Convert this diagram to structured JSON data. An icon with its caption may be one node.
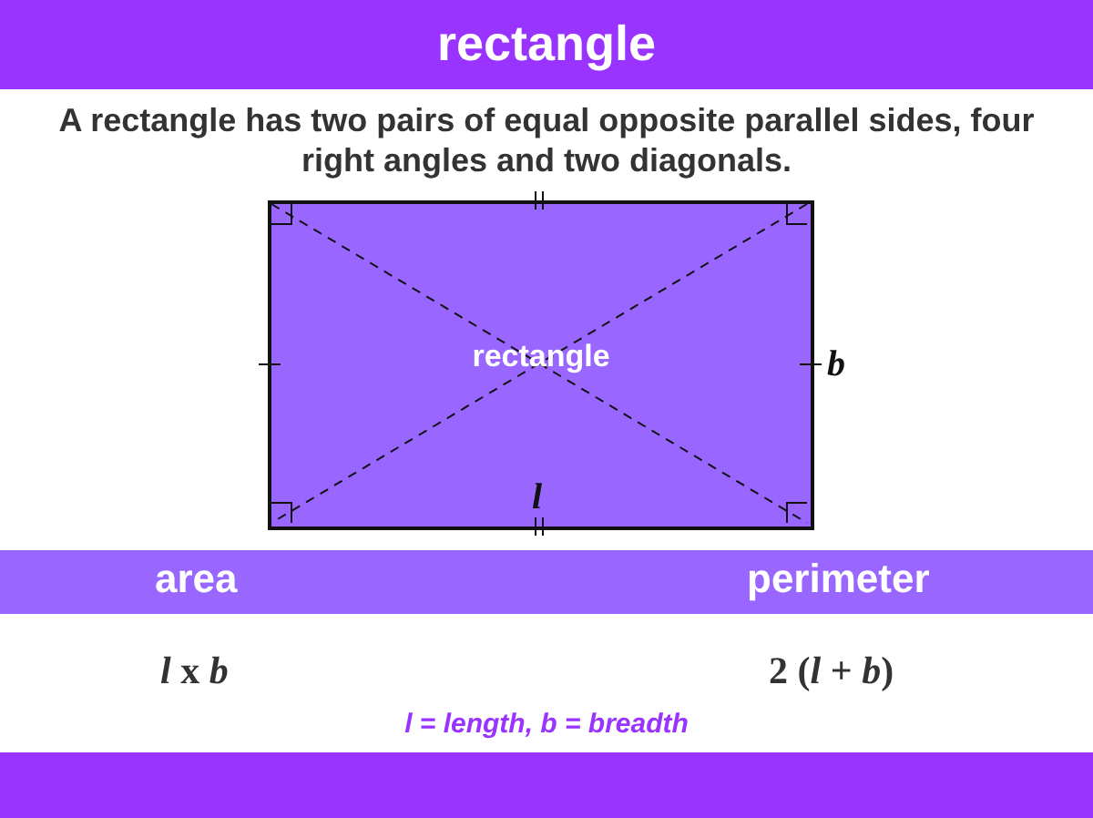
{
  "diagram": {
    "title": "rectangle",
    "nodes": [
      {
        "text": [
          "rectangle"
        ]
      }
    ],
    "labels": [
      "A rectangle has two pairs of equal opposite parallel sides, four right angles and two diagonals.",
      "b",
      "l",
      "area",
      "perimeter",
      "*l* x *b*",
      "2 (*l* + *b*)",
      "l = length, b = breadth"
    ]
  }
}
